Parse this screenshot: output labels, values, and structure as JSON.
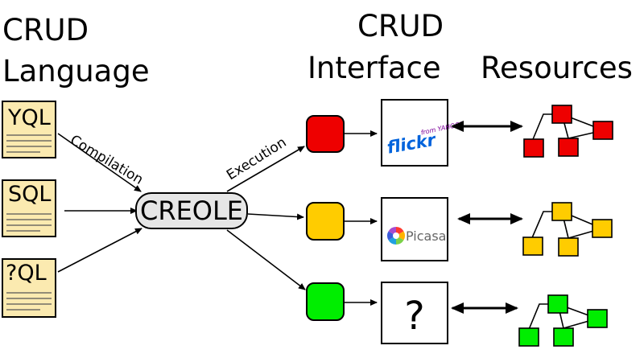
{
  "headings": {
    "language_line1": "CRUD",
    "language_line2": "Language",
    "interface_line1": "CRUD",
    "interface_line2": "Interface",
    "resources": "Resources"
  },
  "languages": [
    {
      "label": "YQL"
    },
    {
      "label": "SQL"
    },
    {
      "label": "?QL"
    }
  ],
  "edges": {
    "compilation": "Compilation",
    "execution": "Execution"
  },
  "hub": {
    "label": "CREOLE"
  },
  "interfaces": [
    {
      "color": "#ee0000"
    },
    {
      "color": "#ffcc00"
    },
    {
      "color": "#00ee00"
    }
  ],
  "services": {
    "flickr": {
      "name_part1": "flickr",
      "name_part2": "",
      "suffix": "from YAHOO!"
    },
    "picasa": {
      "name": "Picasa"
    },
    "unknown": {
      "label": "?"
    }
  },
  "colors": {
    "document_fill": "#fbeab0",
    "hub_fill": "#e6e6e6",
    "flickr_blue": "#0063dc",
    "flickr_pink": "#ff0084"
  }
}
